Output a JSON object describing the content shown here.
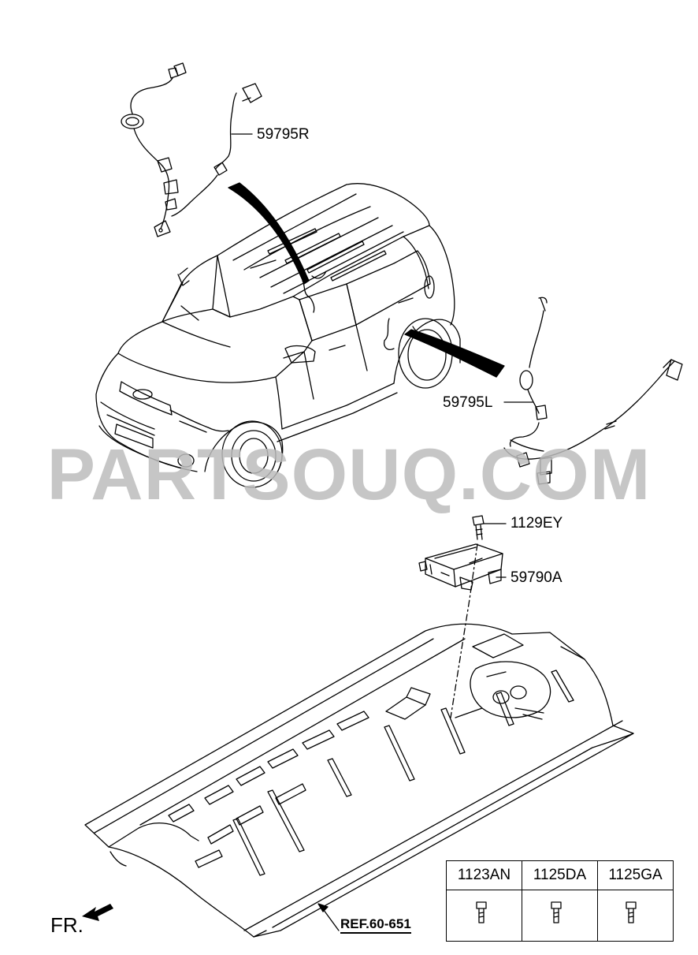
{
  "labels": {
    "sensor_right": "59795R",
    "sensor_left": "59795L",
    "bolt": "1129EY",
    "module": "59790A",
    "reference": "REF.60-651",
    "front": "FR."
  },
  "watermark": "PARTSOUQ.COM",
  "fastener_table": {
    "headers": [
      "1123AN",
      "1125DA",
      "1125GA"
    ]
  }
}
